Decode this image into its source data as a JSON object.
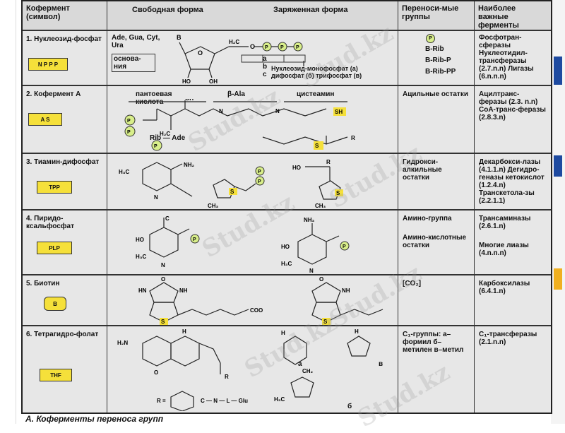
{
  "header": {
    "col1": "Кофермент (символ)",
    "col2a": "Свободная форма",
    "col2b": "Заряженная форма",
    "col3": "Переноси-мые группы",
    "col4": "Наиболее важные ферменты"
  },
  "rows": [
    {
      "name": "1. Нуклеозид-фосфат",
      "symbol": "N P P P",
      "bases": "Ade, Gua, Cyt, Ura",
      "base_label": "основа-ния",
      "chain": "a b c",
      "desc": "Нуклеозид-монофосфат (а) дифосфат (б) трифосфат (в)",
      "groups": [
        "P",
        "B-Rib",
        "B-Rib-P",
        "B-Rib-PP"
      ],
      "enzymes": "Фосфотран-сферазы Нуклеотидил-трансферазы (2.7.n.n) Лигазы (6.n.n.n)"
    },
    {
      "name": "2. Кофермент А",
      "symbol": "A S",
      "labels": [
        "пантоевая кислота",
        "β-Ala",
        "цистеамин"
      ],
      "rib_ade": "Rib — Ade",
      "groups": "Ацильные остатки",
      "enzymes": "Ацилтранс-феразы (2.3. n.n) CoA-транс-феразы (2.8.3.n)"
    },
    {
      "name": "3. Тиамин-дифосфат",
      "symbol": "TPP",
      "groups": "Гидрокси-алкильные остатки",
      "enzymes": "Декарбокси-лазы (4.1.1.n) Дегидро-геназы кетокислот (1.2.4.n) Транскетола-зы (2.2.1.1)"
    },
    {
      "name": "4. Пиридо-ксальфосфат",
      "symbol": "PLP",
      "groups": "Амино-группа",
      "groups2": "Амино-кислотные остатки",
      "enzymes": "Трансаминазы (2.6.1.n)",
      "enzymes2": "Многие лиазы (4.n.n.n)"
    },
    {
      "name": "5. Биотин",
      "symbol": "B",
      "groups": "[CO₂]",
      "enzymes": "Карбоксилазы (6.4.1.n)"
    },
    {
      "name": "6. Тетрагидро-фолат",
      "symbol": "THF",
      "groups": "C₁-группы: а–формил б–метилен в–метил",
      "enzymes": "C₁-трансферазы (2.1.n.n)",
      "sub": [
        "а",
        "б",
        "в"
      ]
    }
  ],
  "caption": "А. Коферменты переноса групп",
  "watermark": "Stud.kz",
  "colors": {
    "badge": "#f5e03a",
    "phosphate": "#d8ee8a",
    "table_bg": "#e7e7e7",
    "accent_right": "#1e4aa0"
  }
}
